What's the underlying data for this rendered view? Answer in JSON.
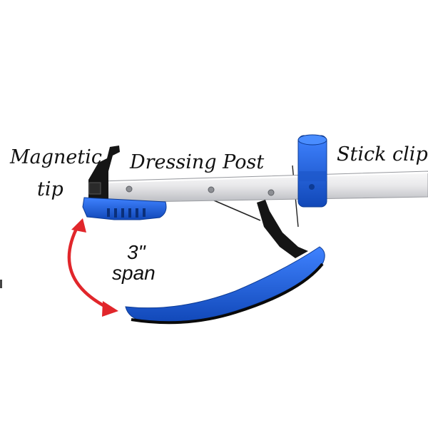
{
  "labels": {
    "magnetic_line1": "Magnetic",
    "magnetic_line2": "tip",
    "dressing_post": "Dressing Post",
    "stick_clip": "Stick clip",
    "span_line1": "3\"",
    "span_line2": "span"
  },
  "colors": {
    "accent_blue": "#1f5fd6",
    "arrow_red": "#e1262b",
    "shaft_silver": "#e6e6e8",
    "rubber_black": "#151515"
  },
  "icons": {
    "arrow": "double-headed-curved-arrow"
  }
}
